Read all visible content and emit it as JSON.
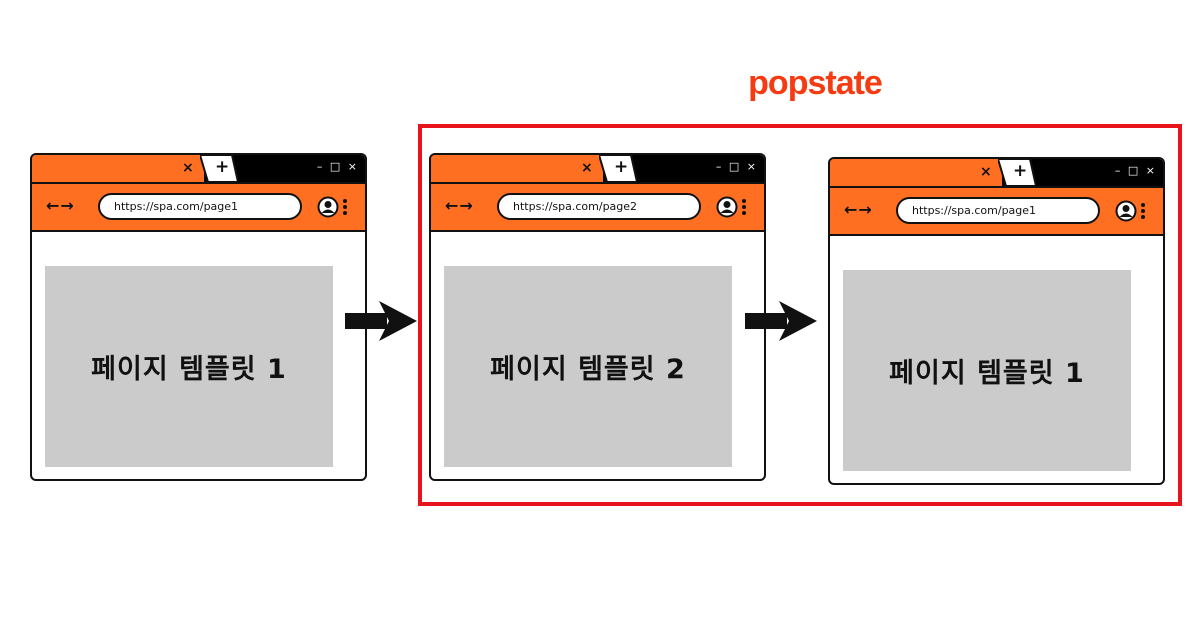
{
  "title": "popstate",
  "colors": {
    "browser_orange": "#ff6f22",
    "titlebar_black": "#000000",
    "content_gray": "#cbcbcb",
    "highlight_red": "#e8141c",
    "title_red": "#f53b12"
  },
  "browser": {
    "tab_close": "×",
    "tab_plus": "+",
    "window_controls": "– □ ×",
    "nav_arrows": "←→"
  },
  "icons": [
    "close-icon",
    "plus-icon",
    "back-arrow-icon",
    "forward-arrow-icon",
    "profile-icon",
    "kebab-menu-icon",
    "right-arrow-icon"
  ],
  "windows": [
    {
      "url": "https://spa.com/page1",
      "content": "페이지 템플릿 1"
    },
    {
      "url": "https://spa.com/page2",
      "content": "페이지 템플릿 2"
    },
    {
      "url": "https://spa.com/page1",
      "content": "페이지 템플릿 1"
    }
  ]
}
